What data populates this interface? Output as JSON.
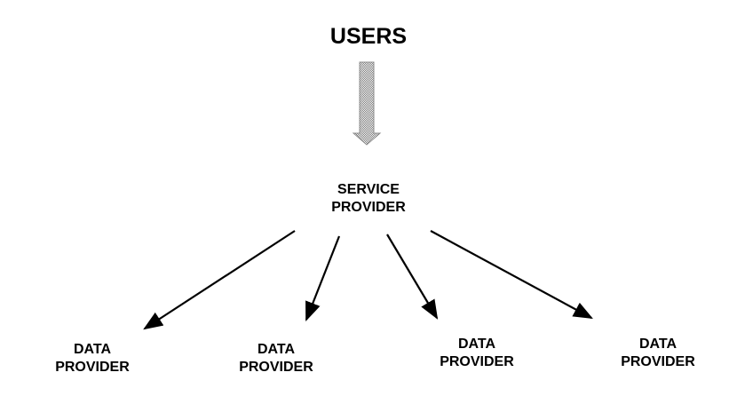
{
  "diagram": {
    "users_label": "USERS",
    "service_provider": {
      "line1": "SERVICE",
      "line2": "PROVIDER"
    },
    "data_providers": [
      {
        "line1": "DATA",
        "line2": "PROVIDER"
      },
      {
        "line1": "DATA",
        "line2": "PROVIDER"
      },
      {
        "line1": "DATA",
        "line2": "PROVIDER"
      },
      {
        "line1": "DATA",
        "line2": "PROVIDER"
      }
    ],
    "colors": {
      "text": "#000000",
      "arrow": "#000000",
      "users_arrow": "#8c8c8c",
      "background": "#ffffff"
    }
  }
}
